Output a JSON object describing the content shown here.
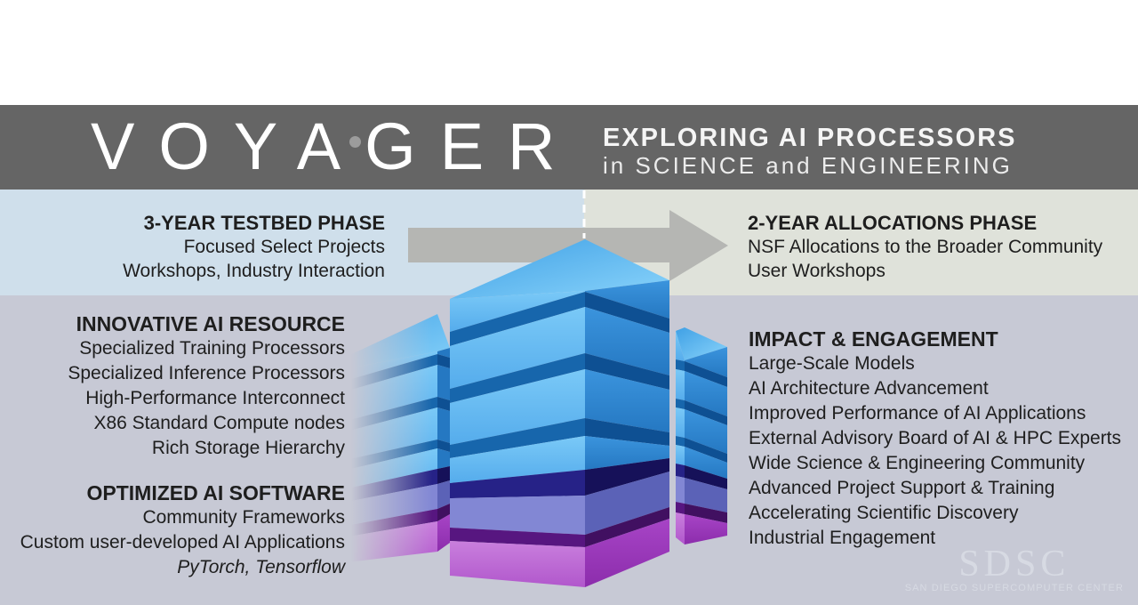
{
  "header": {
    "logo": "VOYAGER",
    "tagline_line1": "EXPLORING AI PROCESSORS",
    "tagline_line2": "in SCIENCE and ENGINEERING"
  },
  "phases": {
    "testbed": {
      "title": "3-YEAR TESTBED PHASE",
      "line1": "Focused Select Projects",
      "line2": "Workshops, Industry Interaction"
    },
    "allocations": {
      "title": "2-YEAR ALLOCATIONS PHASE",
      "line1": "NSF Allocations to the Broader Community",
      "line2": "User Workshops"
    }
  },
  "resource": {
    "title": "INNOVATIVE AI RESOURCE",
    "items": [
      "Specialized Training Processors",
      "Specialized Inference Processors",
      "High-Performance Interconnect",
      "X86 Standard Compute nodes",
      "Rich Storage Hierarchy"
    ]
  },
  "software": {
    "title": "OPTIMIZED AI SOFTWARE",
    "items": [
      "Community Frameworks",
      "Custom user-developed AI Applications"
    ],
    "footnote": "PyTorch, Tensorflow"
  },
  "impact": {
    "title": "IMPACT & ENGAGEMENT",
    "items": [
      "Large-Scale Models",
      "AI Architecture Advancement",
      "Improved Performance of AI Applications",
      "External Advisory Board of AI & HPC Experts",
      "Wide Science & Engineering Community",
      "Advanced Project Support & Training",
      "Accelerating Scientific Discovery",
      "Industrial Engagement"
    ]
  },
  "footer_logo": {
    "acronym": "SDSC",
    "name": "SAN DIEGO SUPERCOMPUTER CENTER"
  },
  "colors": {
    "header_band": "#656565",
    "testbed_band": "#cfdfeb",
    "allocations_band": "#dfe2da",
    "main_band": "#c7c9d5",
    "arrow": "#b5b6b3",
    "block_blue_light": "#66bdf3",
    "block_blue_dark": "#2f87d2",
    "block_groove": "#1766ac",
    "block_navy": "#1b1768",
    "block_periwinkle": "#7e83d4",
    "block_purple": "#4f137a",
    "block_magenta": "#b55fd0",
    "text": "#1e1e1e",
    "logo_dot": "#9c9c9c",
    "sdsc_logo": "#d7dae3"
  }
}
